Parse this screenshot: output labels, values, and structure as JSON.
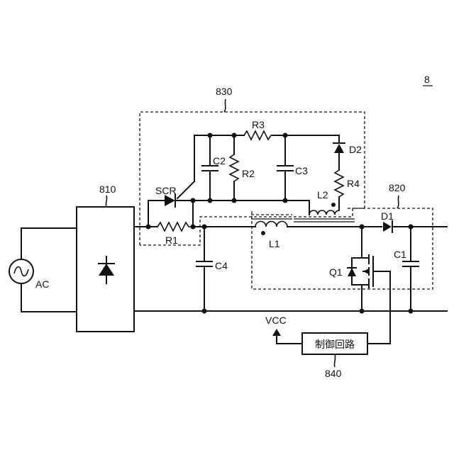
{
  "figure": {
    "ref": "8",
    "blocks": {
      "b830": "830",
      "b810": "810",
      "b820": "820",
      "b840": "840"
    },
    "components": {
      "R3": "R3",
      "C2": "C2",
      "R2": "R2",
      "C3": "C3",
      "D2": "D2",
      "R4": "R4",
      "SCR": "SCR",
      "L2": "L2",
      "R1": "R1",
      "L1": "L1",
      "C4": "C4",
      "D1": "D1",
      "C1": "C1",
      "Q1": "Q1",
      "AC": "AC",
      "VCC": "VCC"
    },
    "control_circuit_label": "制御回路"
  }
}
